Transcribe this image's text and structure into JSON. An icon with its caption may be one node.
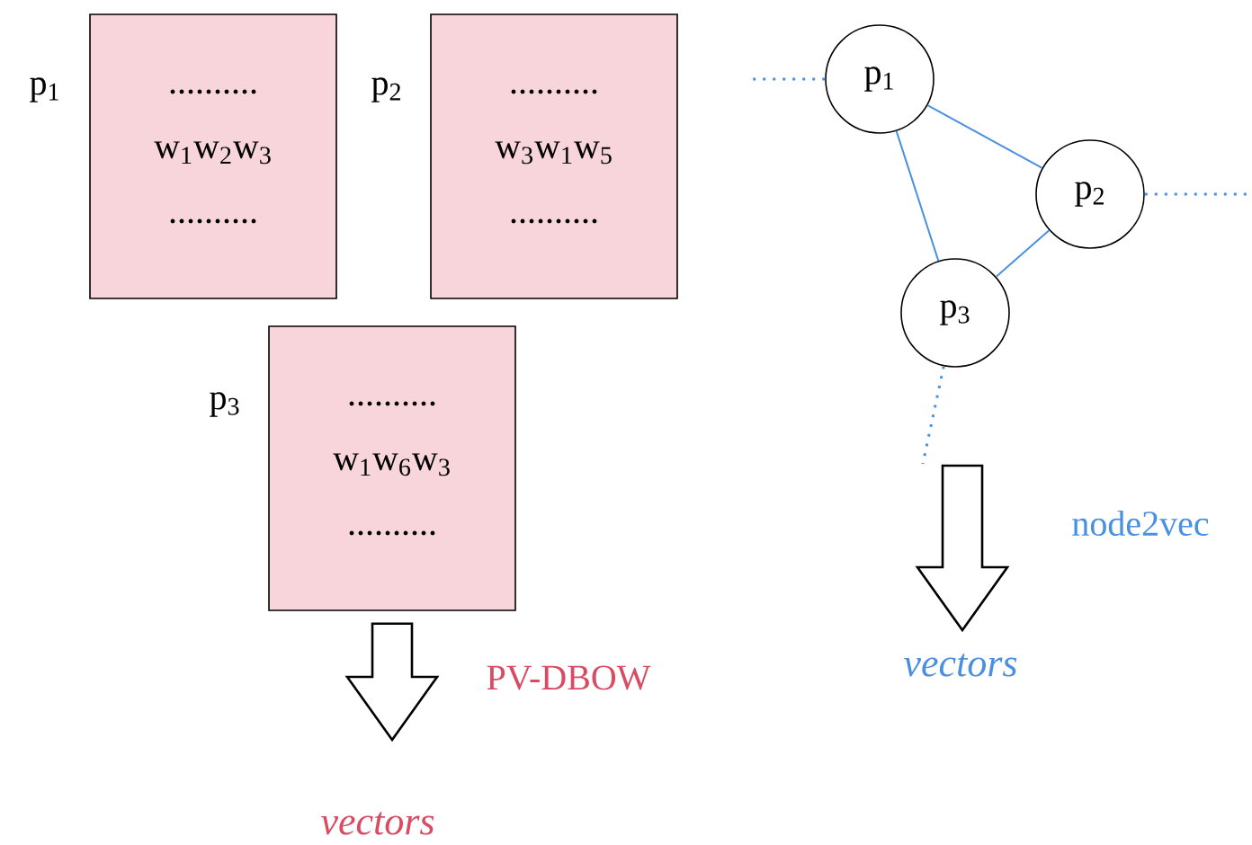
{
  "diagram": {
    "nodes": [
      {
        "text": [
          "..........",
          "w$_{1}$w$_{2}$w$_{3}$",
          ".........."
        ],
        "beside": [
          "p$_{1}$"
        ]
      },
      {
        "text": [
          "..........",
          "w$_{3}$w$_{1}$w$_{5}$",
          ".........."
        ],
        "beside": [
          "p$_{2}$"
        ]
      },
      {
        "text": [
          "..........",
          "w$_{1}$w$_{6}$w$_{3}$",
          ".........."
        ],
        "beside": [
          "p$_{3}$"
        ]
      },
      {
        "text": [
          "p$_{1}$"
        ]
      },
      {
        "text": [
          "p$_{2}$"
        ]
      },
      {
        "text": [
          "p$_{3}$"
        ]
      },
      {
        "text": [
          "vectors"
        ]
      },
      {
        "text": [
          "vectors"
        ]
      }
    ],
    "edges": [
      {
        "from": 3,
        "to": 4,
        "arrow": "none"
      },
      {
        "from": 4,
        "to": 5,
        "arrow": "none"
      },
      {
        "from": 5,
        "to": 3,
        "arrow": "none"
      },
      {
        "from": 3,
        "to": null,
        "arrow": "none",
        "style": "dashed"
      },
      {
        "from": 4,
        "to": null,
        "arrow": "none",
        "style": "dashed"
      },
      {
        "from": 5,
        "to": null,
        "arrow": "none",
        "style": "dashed"
      },
      {
        "from": 2,
        "to": 6,
        "arrow": "to",
        "label": "PV-DBOW",
        "color": "#000000"
      },
      {
        "from": null,
        "to": 7,
        "arrow": "to",
        "label": "node2vec",
        "color": "#000000"
      }
    ]
  }
}
